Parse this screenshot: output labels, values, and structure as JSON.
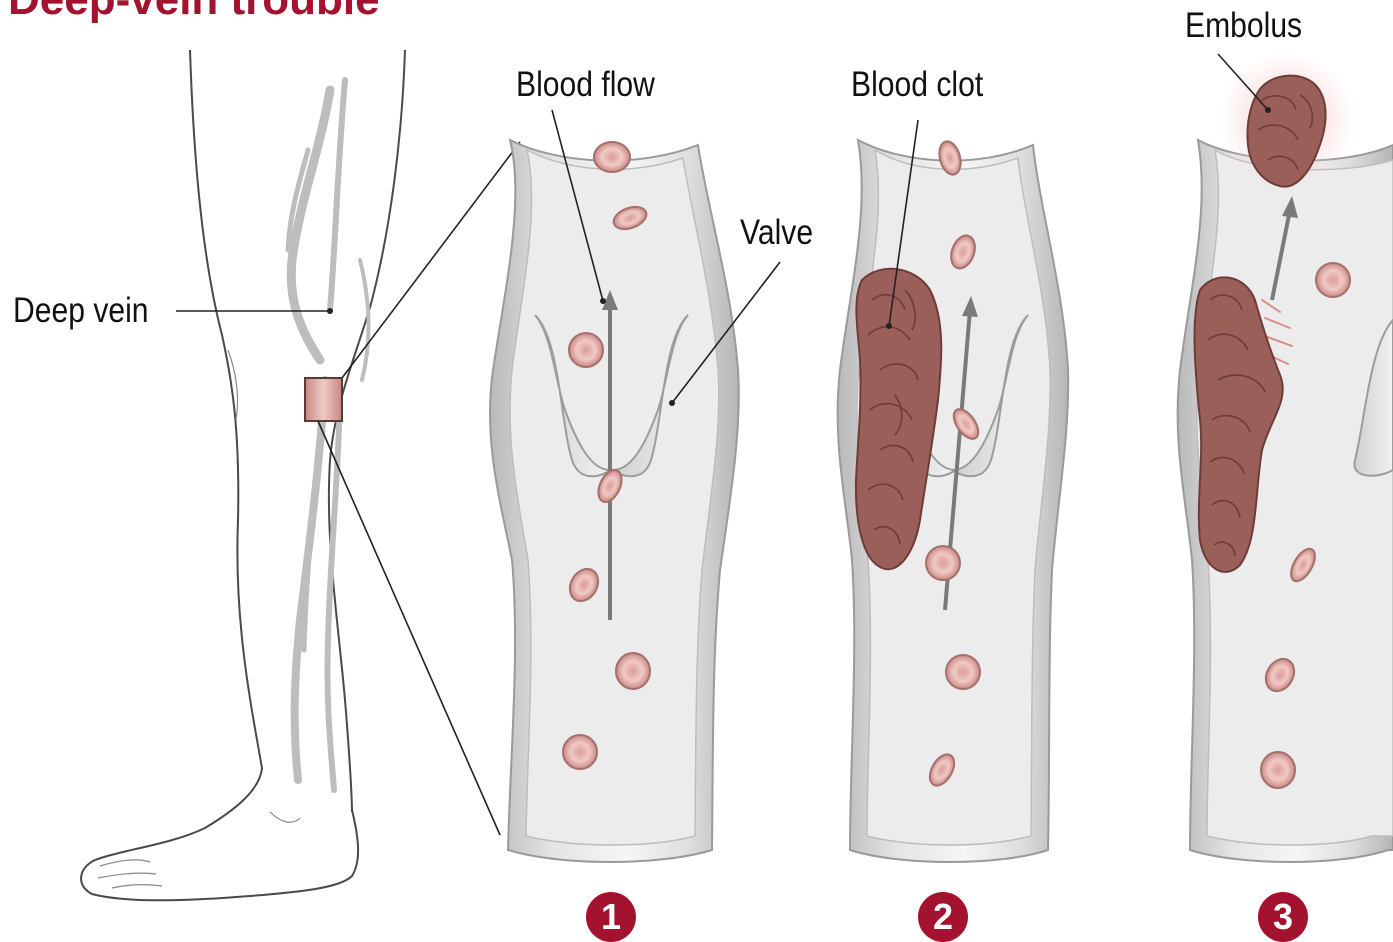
{
  "title": "Deep-vein trouble",
  "labels": {
    "deep_vein": "Deep vein",
    "blood_flow": "Blood flow",
    "valve": "Valve",
    "blood_clot": "Blood clot",
    "embolus": "Embolus"
  },
  "steps": [
    "1",
    "2",
    "3"
  ],
  "colors": {
    "accent": "#a3122e",
    "vein_wall": "#c9c9c9",
    "blood_cell": "#e7b5b2",
    "clot": "#9b5f5a",
    "skin_outline": "#4a4a4a"
  }
}
